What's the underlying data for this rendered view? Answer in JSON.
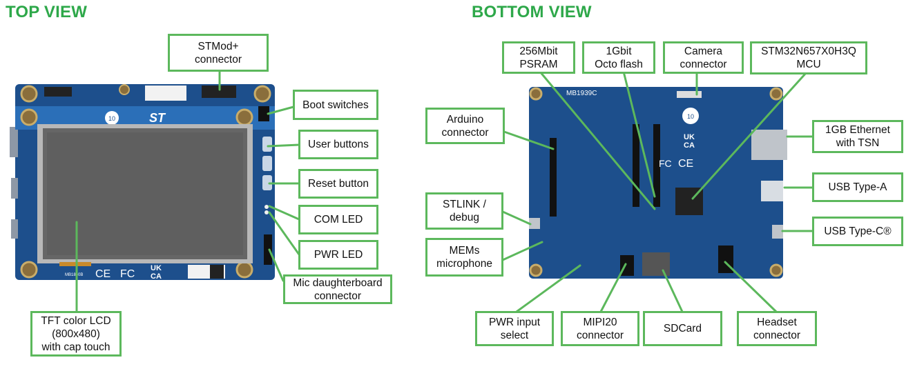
{
  "titles": {
    "top": "TOP VIEW",
    "bottom": "BOTTOM VIEW"
  },
  "board_text": {
    "top_ref": "MB1860B",
    "bottom_ref": "MB1939C",
    "ukca_1": "UK",
    "ukca_2": "CA",
    "ce": "CE",
    "fc": "FC",
    "x10": "10",
    "st": "ST"
  },
  "top_labels": {
    "stmod": [
      "STMod+",
      "connector"
    ],
    "boot": "Boot switches",
    "user": "User buttons",
    "reset": "Reset button",
    "com": "COM LED",
    "pwr": "PWR LED",
    "mic": [
      "Mic daughterboard",
      "connector"
    ],
    "lcd": [
      "TFT color LCD",
      "(800x480)",
      "with cap touch"
    ]
  },
  "bottom_labels": {
    "psram": [
      "256Mbit",
      "PSRAM"
    ],
    "flash": [
      "1Gbit",
      "Octo flash"
    ],
    "camera": [
      "Camera",
      "connector"
    ],
    "mcu": [
      "STM32N657X0H3Q",
      "MCU"
    ],
    "arduino": [
      "Arduino",
      "connector"
    ],
    "ethernet": [
      "1GB Ethernet",
      "with TSN"
    ],
    "usba": "USB Type-A",
    "stlink": [
      "STLINK /",
      "debug"
    ],
    "usbc": "USB Type-C®",
    "mems": [
      "MEMs",
      "microphone"
    ],
    "pwrsel": [
      "PWR input",
      "select"
    ],
    "mipi": [
      "MIPI20",
      "connector"
    ],
    "sdcard": "SDCard",
    "headset": [
      "Headset",
      "connector"
    ]
  },
  "colors": {
    "accent_green": "#5cb85c",
    "title_green": "#2ea84a",
    "pcb_blue": "#1d4f8c",
    "lcd_gray": "#666666"
  }
}
